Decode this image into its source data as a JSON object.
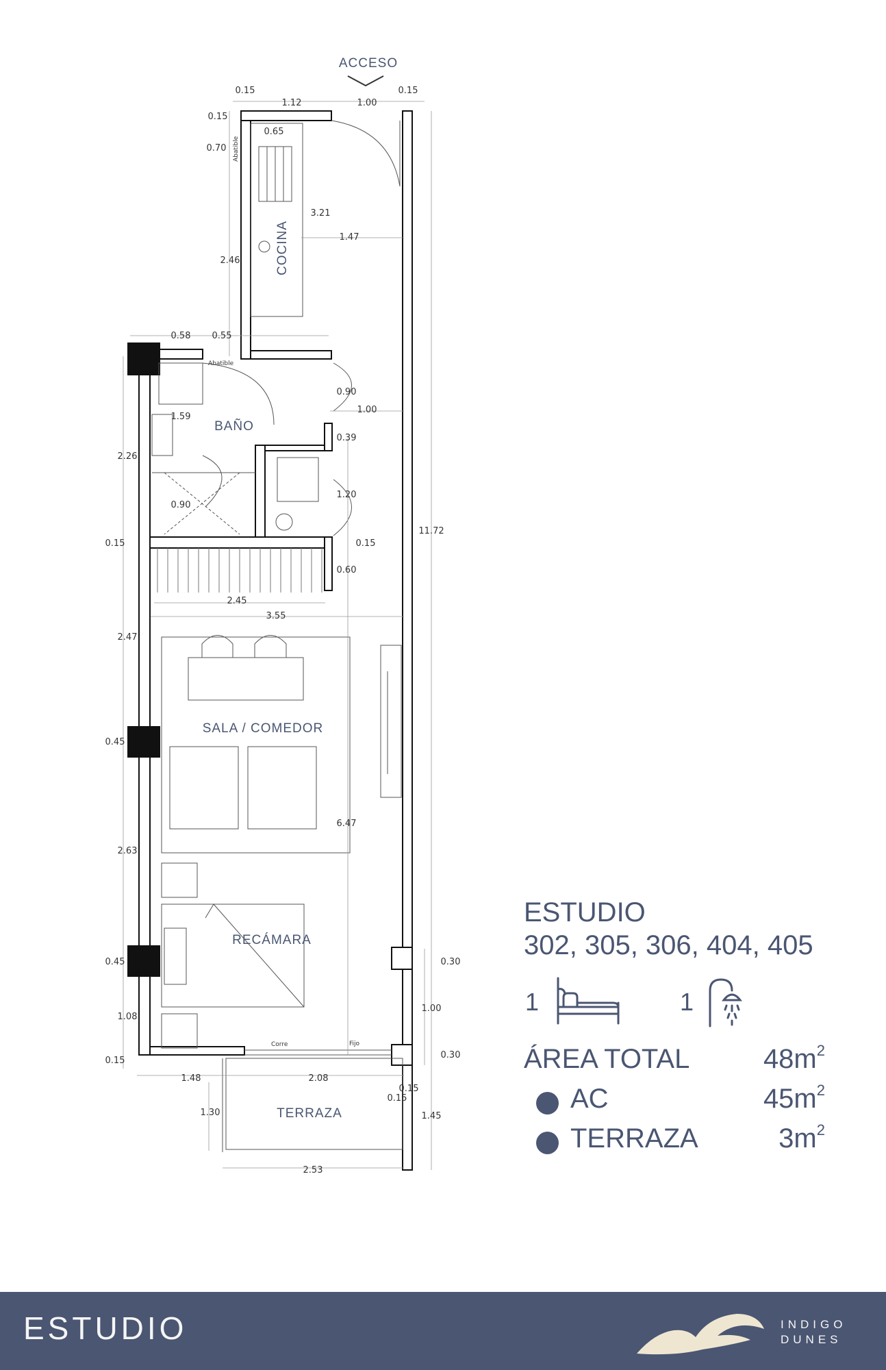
{
  "plan": {
    "access_label": "ACCESO",
    "rooms": {
      "cocina": "COCINA",
      "bano": "BAÑO",
      "sala": "SALA / COMEDOR",
      "recamara": "RECÁMARA",
      "terraza": "TERRAZA"
    },
    "notes": {
      "abatible_1": "Abatible",
      "abatible_2": "Abatible",
      "corre": "Corre",
      "fijo": "Fijo"
    },
    "dims": {
      "d_0_15_a": "0.15",
      "d_1_12": "1.12",
      "d_1_00_a": "1.00",
      "d_0_15_b": "0.15",
      "d_0_15_c": "0.15",
      "d_0_65": "0.65",
      "d_0_70": "0.70",
      "d_3_21": "3.21",
      "d_1_47": "1.47",
      "d_2_46": "2.46",
      "d_0_58": "0.58",
      "d_0_55": "0.55",
      "d_0_90_a": "0.90",
      "d_1_00_b": "1.00",
      "d_1_59": "1.59",
      "d_0_39": "0.39",
      "d_2_26": "2.26",
      "d_1_20": "1.20",
      "d_0_90_b": "0.90",
      "d_11_72": "11.72",
      "d_0_15_d": "0.15",
      "d_0_15_e": "0.15",
      "d_0_60": "0.60",
      "d_2_45": "2.45",
      "d_3_55": "3.55",
      "d_2_47": "2.47",
      "d_0_45_a": "0.45",
      "d_6_47": "6.47",
      "d_2_63": "2.63",
      "d_0_45_b": "0.45",
      "d_0_30_a": "0.30",
      "d_1_00_c": "1.00",
      "d_1_08": "1.08",
      "d_0_30_b": "0.30",
      "d_0_15_f": "0.15",
      "d_1_48": "1.48",
      "d_2_08": "2.08",
      "d_0_15_g": "0.15",
      "d_0_15_h": "0.15",
      "d_1_30": "1.30",
      "d_1_45": "1.45",
      "d_2_53": "2.53"
    }
  },
  "info": {
    "title": "ESTUDIO",
    "units": "302, 305, 306, 404, 405",
    "bedrooms": "1",
    "bathrooms": "1",
    "area_total_label": "ÁREA TOTAL",
    "area_total_value": "48m",
    "ac_label": "AC",
    "ac_value": "45m",
    "terraza_label": "TERRAZA",
    "terraza_value": "3m",
    "unit_exponent": "2"
  },
  "footer": {
    "title": "ESTUDIO",
    "brand_line1": "INDIGO",
    "brand_line2": "DUNES"
  },
  "colors": {
    "brand": "#4a5672",
    "logo": "#efe6d2"
  }
}
